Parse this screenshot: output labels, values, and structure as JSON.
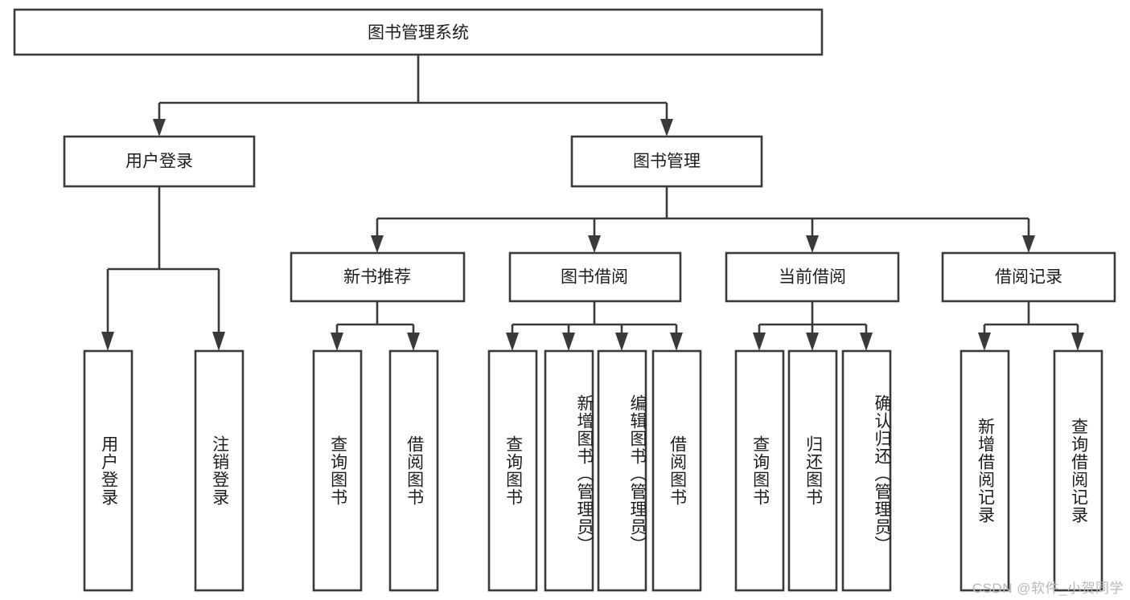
{
  "diagram": {
    "type": "tree",
    "title": "图书管理系统",
    "watermark": "CSDN @软件_小贺同学",
    "colors": {
      "stroke": "#3a3a3a",
      "box_fill": "#ffffff",
      "text": "#1d1d1d",
      "background": "#ffffff",
      "watermark": "#b9b9b9"
    },
    "levels": {
      "root": {
        "label": "图书管理系统"
      },
      "level2": [
        {
          "label": "用户登录"
        },
        {
          "label": "图书管理"
        }
      ],
      "level3": [
        {
          "label": "新书推荐"
        },
        {
          "label": "图书借阅"
        },
        {
          "label": "当前借阅"
        },
        {
          "label": "借阅记录"
        }
      ],
      "leaves": {
        "user_login": [
          {
            "label": "用户登录"
          },
          {
            "label": "注销登录"
          }
        ],
        "new_book_recommend": [
          {
            "label": "查询图书"
          },
          {
            "label": "借阅图书"
          }
        ],
        "book_borrow": [
          {
            "label": "查询图书"
          },
          {
            "label": "新增图书（管理员）"
          },
          {
            "label": "编辑图书（管理员）"
          },
          {
            "label": "借阅图书"
          }
        ],
        "current_borrow": [
          {
            "label": "查询图书"
          },
          {
            "label": "归还图书"
          },
          {
            "label": "确认归还（管理员）"
          }
        ],
        "borrow_record": [
          {
            "label": "新增借阅记录"
          },
          {
            "label": "查询借阅记录"
          }
        ]
      }
    }
  }
}
